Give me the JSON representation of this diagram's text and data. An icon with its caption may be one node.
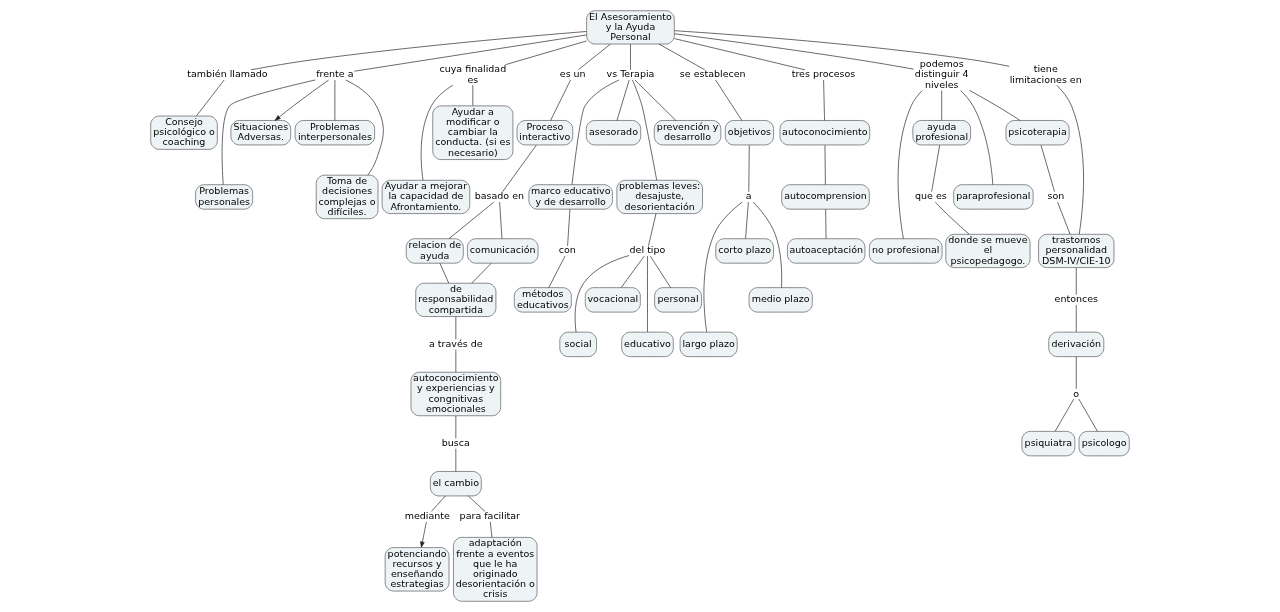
{
  "diagram": {
    "nodes": [
      {
        "text": [
          "El Asesoramiento y la Ayuda Personal"
        ]
      },
      {
        "text": [
          "también llamado"
        ]
      },
      {
        "text": [
          "Consejo psicológico o coaching"
        ]
      },
      {
        "text": [
          "frente a"
        ]
      },
      {
        "text": [
          "Situaciones Adversas."
        ]
      },
      {
        "text": [
          "Problemas interpersonales"
        ]
      },
      {
        "text": [
          "Toma de decisiones complejas o difíciles."
        ]
      },
      {
        "text": [
          "Problemas personales"
        ]
      },
      {
        "text": [
          "cuya finalidad es"
        ]
      },
      {
        "text": [
          "Ayudar a modificar o cambiar la conducta. (si es necesario)"
        ]
      },
      {
        "text": [
          "Ayudar a mejorar la capacidad de Afrontamiento."
        ]
      },
      {
        "text": [
          "es un"
        ]
      },
      {
        "text": [
          "Proceso interactivo"
        ]
      },
      {
        "text": [
          "basado en"
        ]
      },
      {
        "text": [
          "relacion de ayuda"
        ]
      },
      {
        "text": [
          "comunicación"
        ]
      },
      {
        "text": [
          "de responsabilidad compartida"
        ]
      },
      {
        "text": [
          "a través de"
        ]
      },
      {
        "text": [
          "autoconocimiento y experiencias y congnitivas emocionales"
        ]
      },
      {
        "text": [
          "busca"
        ]
      },
      {
        "text": [
          "el cambio"
        ]
      },
      {
        "text": [
          "mediante"
        ]
      },
      {
        "text": [
          "potenciando recursos y enseñando estrategias"
        ]
      },
      {
        "text": [
          "para facilitar"
        ]
      },
      {
        "text": [
          "adaptación frente a eventos que le ha originado desorientación o crisis"
        ]
      },
      {
        "text": [
          "vs Terapia"
        ]
      },
      {
        "text": [
          "asesorado"
        ]
      },
      {
        "text": [
          "problemas leves: desajuste, desorientación"
        ]
      },
      {
        "text": [
          "prevención y desarrollo"
        ]
      },
      {
        "text": [
          "marco educativo y de desarrollo"
        ]
      },
      {
        "text": [
          "del tipo"
        ]
      },
      {
        "text": [
          "personal"
        ]
      },
      {
        "text": [
          "social"
        ]
      },
      {
        "text": [
          "vocacional"
        ]
      },
      {
        "text": [
          "educativo"
        ]
      },
      {
        "text": [
          "con"
        ]
      },
      {
        "text": [
          "métodos educativos"
        ]
      },
      {
        "text": [
          "se establecen"
        ]
      },
      {
        "text": [
          "tres procesos"
        ]
      },
      {
        "text": [
          "autoconocimiento"
        ]
      },
      {
        "text": [
          "autocomprension"
        ]
      },
      {
        "text": [
          "autoaceptación"
        ]
      },
      {
        "text": [
          "objetivos"
        ]
      },
      {
        "text": [
          "a"
        ]
      },
      {
        "text": [
          "corto plazo"
        ]
      },
      {
        "text": [
          "medio plazo"
        ]
      },
      {
        "text": [
          "largo plazo"
        ]
      },
      {
        "text": [
          "podemos distinguir 4 niveles"
        ]
      },
      {
        "text": [
          "psicoterapia"
        ]
      },
      {
        "text": [
          "ayuda profesional"
        ]
      },
      {
        "text": [
          "paraprofesional"
        ]
      },
      {
        "text": [
          "no profesional"
        ]
      },
      {
        "text": [
          "que es"
        ]
      },
      {
        "text": [
          "donde se mueve el psicopedagogo."
        ]
      },
      {
        "text": [
          "tiene limitaciones en"
        ]
      },
      {
        "text": [
          "trastornos personalidad DSM-IV/CIE-10"
        ]
      },
      {
        "text": [
          "son"
        ]
      },
      {
        "text": [
          "entonces"
        ]
      },
      {
        "text": [
          "derivación"
        ]
      },
      {
        "text": [
          "o"
        ]
      },
      {
        "text": [
          "psicologo"
        ]
      },
      {
        "text": [
          "psiquiatra"
        ]
      }
    ],
    "edges": [
      {
        "from": 0,
        "to": 1,
        "arrow": "none"
      },
      {
        "from": 1,
        "to": 2,
        "arrow": "none"
      },
      {
        "from": 0,
        "to": 3,
        "arrow": "none"
      },
      {
        "from": 3,
        "to": 4,
        "arrow": "to"
      },
      {
        "from": 3,
        "to": 5,
        "arrow": "none"
      },
      {
        "from": 3,
        "to": 6,
        "arrow": "none"
      },
      {
        "from": 3,
        "to": 7,
        "arrow": "none"
      },
      {
        "from": 0,
        "to": 8,
        "arrow": "none"
      },
      {
        "from": 8,
        "to": 9,
        "arrow": "none"
      },
      {
        "from": 8,
        "to": 10,
        "arrow": "none"
      },
      {
        "from": 0,
        "to": 11,
        "arrow": "none"
      },
      {
        "from": 11,
        "to": 12,
        "arrow": "none"
      },
      {
        "from": 12,
        "to": 13,
        "arrow": "none"
      },
      {
        "from": 13,
        "to": 14,
        "arrow": "none"
      },
      {
        "from": 13,
        "to": 15,
        "arrow": "none"
      },
      {
        "from": 14,
        "to": 16,
        "arrow": "none"
      },
      {
        "from": 15,
        "to": 16,
        "arrow": "none"
      },
      {
        "from": 16,
        "to": 17,
        "arrow": "none"
      },
      {
        "from": 17,
        "to": 18,
        "arrow": "none"
      },
      {
        "from": 18,
        "to": 19,
        "arrow": "none"
      },
      {
        "from": 19,
        "to": 20,
        "arrow": "none"
      },
      {
        "from": 20,
        "to": 21,
        "arrow": "none"
      },
      {
        "from": 21,
        "to": 22,
        "arrow": "to"
      },
      {
        "from": 20,
        "to": 23,
        "arrow": "none"
      },
      {
        "from": 23,
        "to": 24,
        "arrow": "none"
      },
      {
        "from": 0,
        "to": 25,
        "arrow": "none"
      },
      {
        "from": 25,
        "to": 26,
        "arrow": "none"
      },
      {
        "from": 25,
        "to": 27,
        "arrow": "none"
      },
      {
        "from": 25,
        "to": 28,
        "arrow": "none"
      },
      {
        "from": 25,
        "to": 29,
        "arrow": "none"
      },
      {
        "from": 27,
        "to": 30,
        "arrow": "none"
      },
      {
        "from": 30,
        "to": 31,
        "arrow": "none"
      },
      {
        "from": 30,
        "to": 32,
        "arrow": "none"
      },
      {
        "from": 30,
        "to": 33,
        "arrow": "none"
      },
      {
        "from": 30,
        "to": 34,
        "arrow": "none"
      },
      {
        "from": 29,
        "to": 35,
        "arrow": "none"
      },
      {
        "from": 35,
        "to": 36,
        "arrow": "none"
      },
      {
        "from": 0,
        "to": 37,
        "arrow": "none"
      },
      {
        "from": 37,
        "to": 42,
        "arrow": "none"
      },
      {
        "from": 0,
        "to": 38,
        "arrow": "none"
      },
      {
        "from": 38,
        "to": 39,
        "arrow": "none"
      },
      {
        "from": 39,
        "to": 40,
        "arrow": "none"
      },
      {
        "from": 40,
        "to": 41,
        "arrow": "none"
      },
      {
        "from": 42,
        "to": 43,
        "arrow": "none"
      },
      {
        "from": 43,
        "to": 44,
        "arrow": "none"
      },
      {
        "from": 43,
        "to": 45,
        "arrow": "none"
      },
      {
        "from": 43,
        "to": 46,
        "arrow": "none"
      },
      {
        "from": 0,
        "to": 47,
        "arrow": "none"
      },
      {
        "from": 47,
        "to": 48,
        "arrow": "none"
      },
      {
        "from": 47,
        "to": 49,
        "arrow": "none"
      },
      {
        "from": 47,
        "to": 50,
        "arrow": "none"
      },
      {
        "from": 47,
        "to": 51,
        "arrow": "none"
      },
      {
        "from": 49,
        "to": 52,
        "arrow": "none"
      },
      {
        "from": 52,
        "to": 53,
        "arrow": "none"
      },
      {
        "from": 0,
        "to": 54,
        "arrow": "none"
      },
      {
        "from": 54,
        "to": 55,
        "arrow": "none"
      },
      {
        "from": 48,
        "to": 56,
        "arrow": "none"
      },
      {
        "from": 56,
        "to": 55,
        "arrow": "none"
      },
      {
        "from": 55,
        "to": 57,
        "arrow": "none"
      },
      {
        "from": 57,
        "to": 58,
        "arrow": "none"
      },
      {
        "from": 58,
        "to": 59,
        "arrow": "none"
      },
      {
        "from": 59,
        "to": 60,
        "arrow": "none"
      },
      {
        "from": 59,
        "to": 61,
        "arrow": "none"
      }
    ]
  }
}
